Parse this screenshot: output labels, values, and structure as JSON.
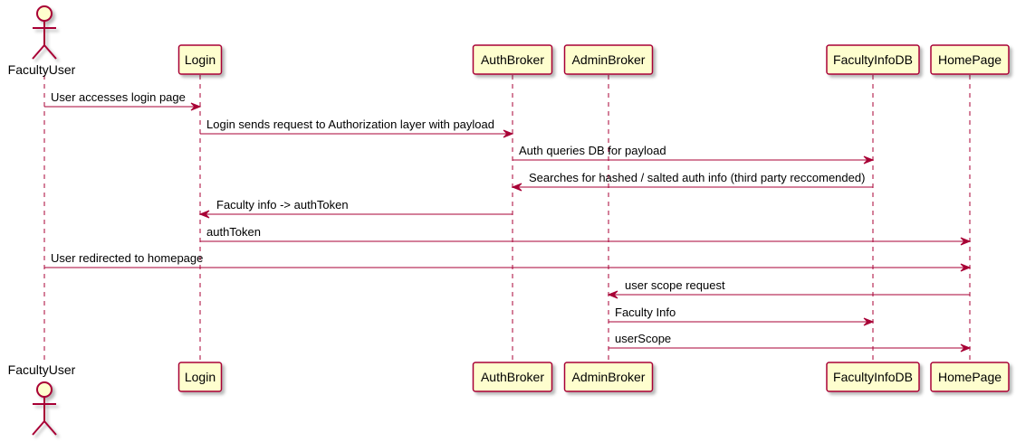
{
  "colors": {
    "participant_fill": "#FEFECE",
    "participant_border": "#A80036",
    "lifeline": "#A80036",
    "arrow": "#A80036",
    "text": "#000000"
  },
  "participants": [
    {
      "id": "FacultyUser",
      "label": "FacultyUser",
      "kind": "actor"
    },
    {
      "id": "Login",
      "label": "Login",
      "kind": "participant"
    },
    {
      "id": "AuthBroker",
      "label": "AuthBroker",
      "kind": "participant"
    },
    {
      "id": "AdminBroker",
      "label": "AdminBroker",
      "kind": "participant"
    },
    {
      "id": "FacultyInfoDB",
      "label": "FacultyInfoDB",
      "kind": "participant"
    },
    {
      "id": "HomePage",
      "label": "HomePage",
      "kind": "participant"
    }
  ],
  "messages": [
    {
      "from": "FacultyUser",
      "to": "Login",
      "label": "User accesses login page"
    },
    {
      "from": "Login",
      "to": "AuthBroker",
      "label": "Login sends request to Authorization layer with payload"
    },
    {
      "from": "AuthBroker",
      "to": "FacultyInfoDB",
      "label": "Auth queries DB for payload"
    },
    {
      "from": "FacultyInfoDB",
      "to": "AuthBroker",
      "label": "Searches for hashed / salted auth info (third party reccomended)"
    },
    {
      "from": "AuthBroker",
      "to": "Login",
      "label": "Faculty info -> authToken"
    },
    {
      "from": "Login",
      "to": "HomePage",
      "label": "authToken"
    },
    {
      "from": "FacultyUser",
      "to": "HomePage",
      "label": "User redirected to homepage"
    },
    {
      "from": "HomePage",
      "to": "AdminBroker",
      "label": "user scope request"
    },
    {
      "from": "AdminBroker",
      "to": "FacultyInfoDB",
      "label": "Faculty Info"
    },
    {
      "from": "AdminBroker",
      "to": "HomePage",
      "label": "userScope"
    }
  ]
}
